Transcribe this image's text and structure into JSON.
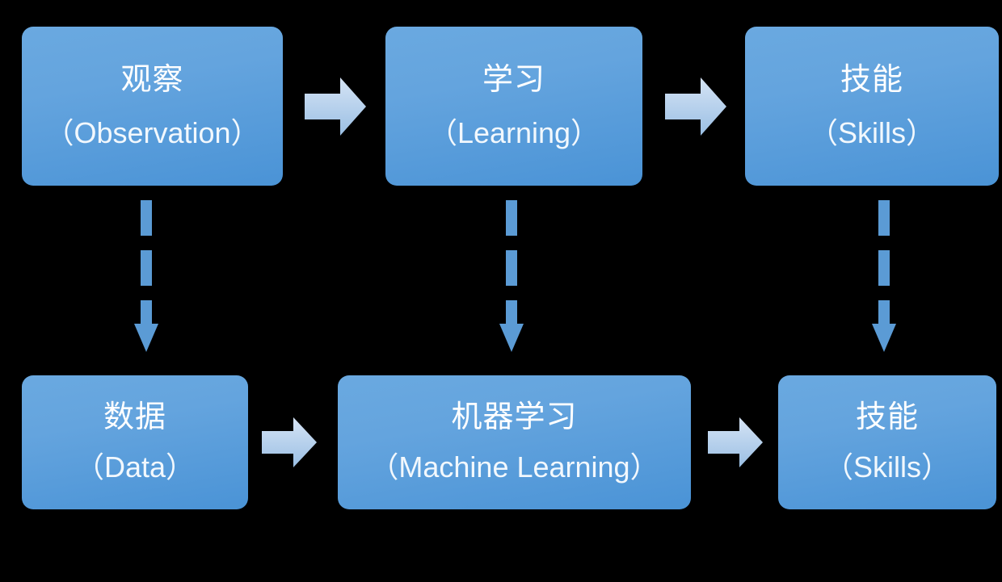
{
  "diagram": {
    "title": "Observation-Learning-Skills vs Data-Machine Learning-Skills analogy",
    "background_color": "#000000",
    "node_fill_top": "#6aa9e0",
    "node_fill_bottom": "#4a93d6",
    "node_text_color": "#ffffff",
    "block_arrow_color_light": "#cfe0f3",
    "block_arrow_color_dark": "#9dc0e6",
    "dashed_arrow_color": "#5b9bd5"
  },
  "top_row": {
    "nodes": [
      {
        "id": "observation",
        "cn": "观察",
        "en": "（Observation）"
      },
      {
        "id": "learning",
        "cn": "学习",
        "en": "（Learning）"
      },
      {
        "id": "skills_top",
        "cn": "技能",
        "en": "（Skills）"
      }
    ],
    "connectors": [
      {
        "id": "top-arrow-1",
        "from": "observation",
        "to": "learning",
        "kind": "block-arrow-right"
      },
      {
        "id": "top-arrow-2",
        "from": "learning",
        "to": "skills_top",
        "kind": "block-arrow-right"
      }
    ]
  },
  "bottom_row": {
    "nodes": [
      {
        "id": "data",
        "cn": "数据",
        "en": "（Data）"
      },
      {
        "id": "machine_learning",
        "cn": "机器学习",
        "en": "（Machine Learning）"
      },
      {
        "id": "skills_bottom",
        "cn": "技能",
        "en": "（Skills）"
      }
    ],
    "connectors": [
      {
        "id": "bottom-arrow-1",
        "from": "data",
        "to": "machine_learning",
        "kind": "block-arrow-right"
      },
      {
        "id": "bottom-arrow-2",
        "from": "machine_learning",
        "to": "skills_bottom",
        "kind": "block-arrow-right"
      }
    ]
  },
  "vertical_links": [
    {
      "id": "link-observation-data",
      "from": "observation",
      "to": "data",
      "kind": "dashed-arrow-down"
    },
    {
      "id": "link-learning-ml",
      "from": "learning",
      "to": "machine_learning",
      "kind": "dashed-arrow-down"
    },
    {
      "id": "link-skills-skills",
      "from": "skills_top",
      "to": "skills_bottom",
      "kind": "dashed-arrow-down"
    }
  ]
}
